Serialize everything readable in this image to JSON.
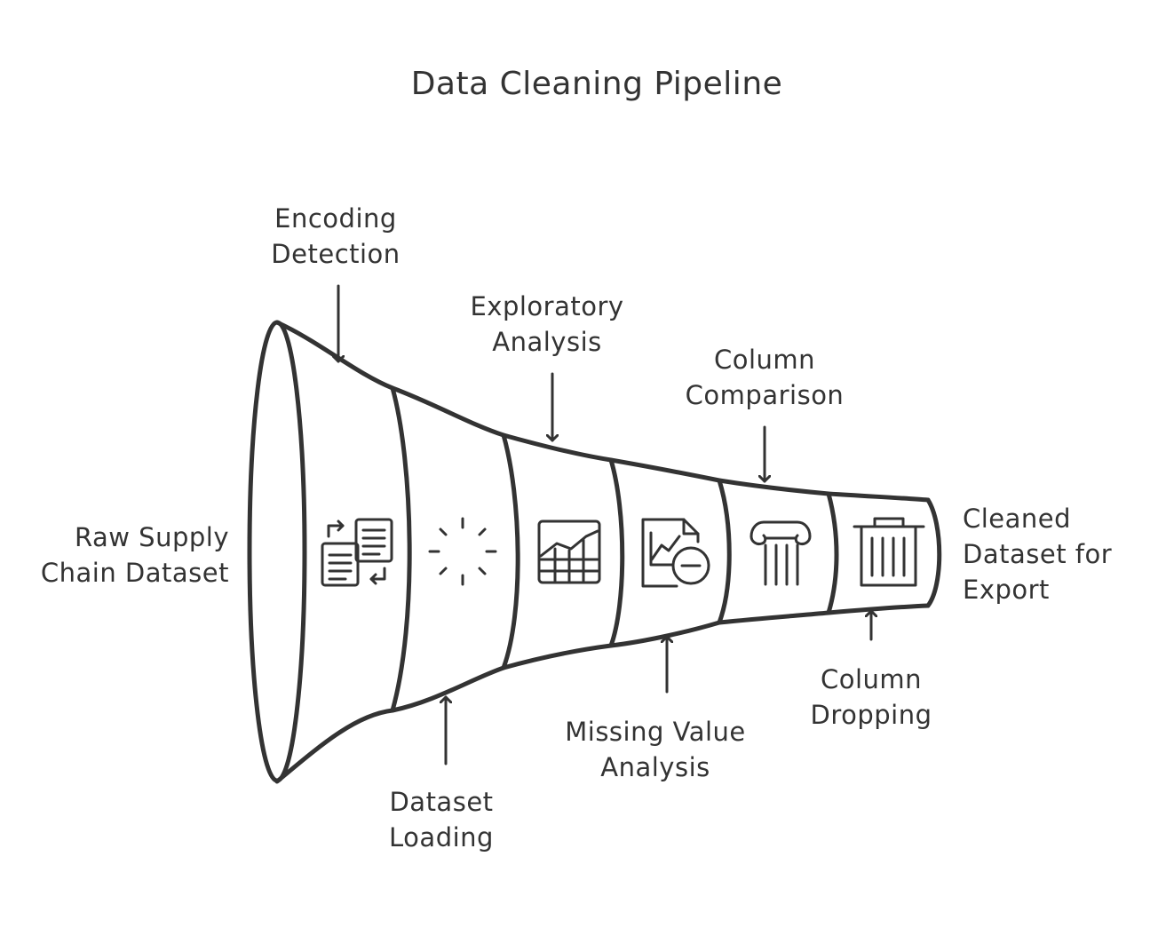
{
  "title": "Data Cleaning Pipeline",
  "stages": [
    {
      "label_lines": [
        "Encoding",
        "Detection"
      ],
      "icon": "document-swap-icon"
    },
    {
      "label_lines": [
        "Dataset",
        "Loading"
      ],
      "icon": "loading-spinner-icon"
    },
    {
      "label_lines": [
        "Exploratory",
        "Analysis"
      ],
      "icon": "chart-grid-icon"
    },
    {
      "label_lines": [
        "Missing Value",
        "Analysis"
      ],
      "icon": "document-minus-icon"
    },
    {
      "label_lines": [
        "Column",
        "Comparison"
      ],
      "icon": "column-pillar-icon"
    },
    {
      "label_lines": [
        "Column",
        "Dropping"
      ],
      "icon": "trash-can-icon"
    }
  ],
  "input_label_lines": [
    "Raw Supply",
    "Chain Dataset"
  ],
  "output_label_lines": [
    "Cleaned",
    "Dataset for",
    "Export"
  ],
  "colors": {
    "stroke": "#333333",
    "background": "#ffffff"
  }
}
